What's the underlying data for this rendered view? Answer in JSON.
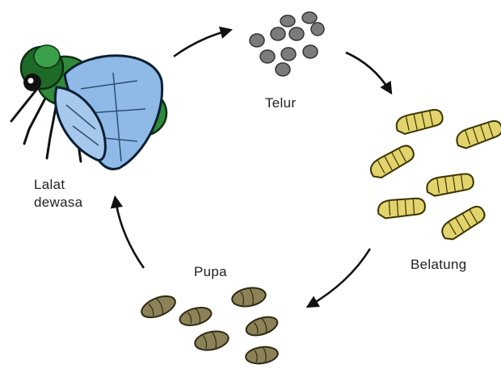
{
  "stages": {
    "telur": "Telur",
    "belatung": "Belatung",
    "pupa": "Pupa",
    "lalat_line1": "Lalat",
    "lalat_line2": "dewasa"
  }
}
